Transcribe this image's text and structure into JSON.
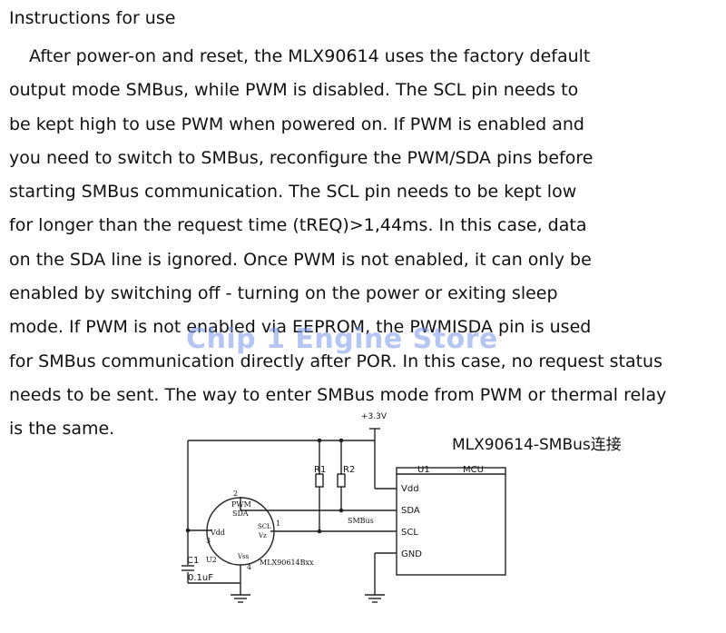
{
  "heading": "Instructions for use",
  "paragraph_lines": [
    "After power-on and reset, the MLX90614 uses the factory default",
    "output mode SMBus, while PWM is disabled. The SCL pin needs to",
    "be kept high to use PWM when powered on. If PWM is enabled and",
    "you need to switch to SMBus, reconfigure the PWM/SDA pins before",
    "starting SMBus communication. The SCL pin needs to be kept low",
    "for longer than the request time (tREQ)>1,44ms. In this case, data",
    "on the SDA line is ignored. Once PWM is not enabled, it can only be",
    "enabled by switching off - turning on the power or exiting sleep",
    "mode. If PWM is not enabled via EEPROM, the PWMISDA pin is used",
    "for SMBus communication directly after POR. In this case, no request status",
    "needs to be sent. The way to enter SMBus mode from PWM or thermal relay",
    "is the same."
  ],
  "watermark": "Chip 1 Engine Store",
  "diagram": {
    "title": "MLX90614-SMBus连接",
    "supply": "+3.3V",
    "r1": "R1",
    "r2": "R2",
    "mcu_ref": "U1",
    "mcu_name": "MCU",
    "mcu_pins": [
      "Vdd",
      "SDA",
      "SCL",
      "GND"
    ],
    "bus_label": "SMBus",
    "sensor_ref": "U2",
    "sensor_part": "MLX90614Bxx",
    "sensor_pwm": "PWM",
    "sensor_sda": "SDA",
    "sensor_vdd": "Vdd",
    "sensor_scl": "SCL",
    "sensor_vz": "Vz",
    "sensor_vss": "Vss",
    "pin_1": "1",
    "pin_2": "2",
    "pin_3": "3",
    "pin_4": "4",
    "cap_ref": "C1",
    "cap_value": "0.1uF"
  }
}
